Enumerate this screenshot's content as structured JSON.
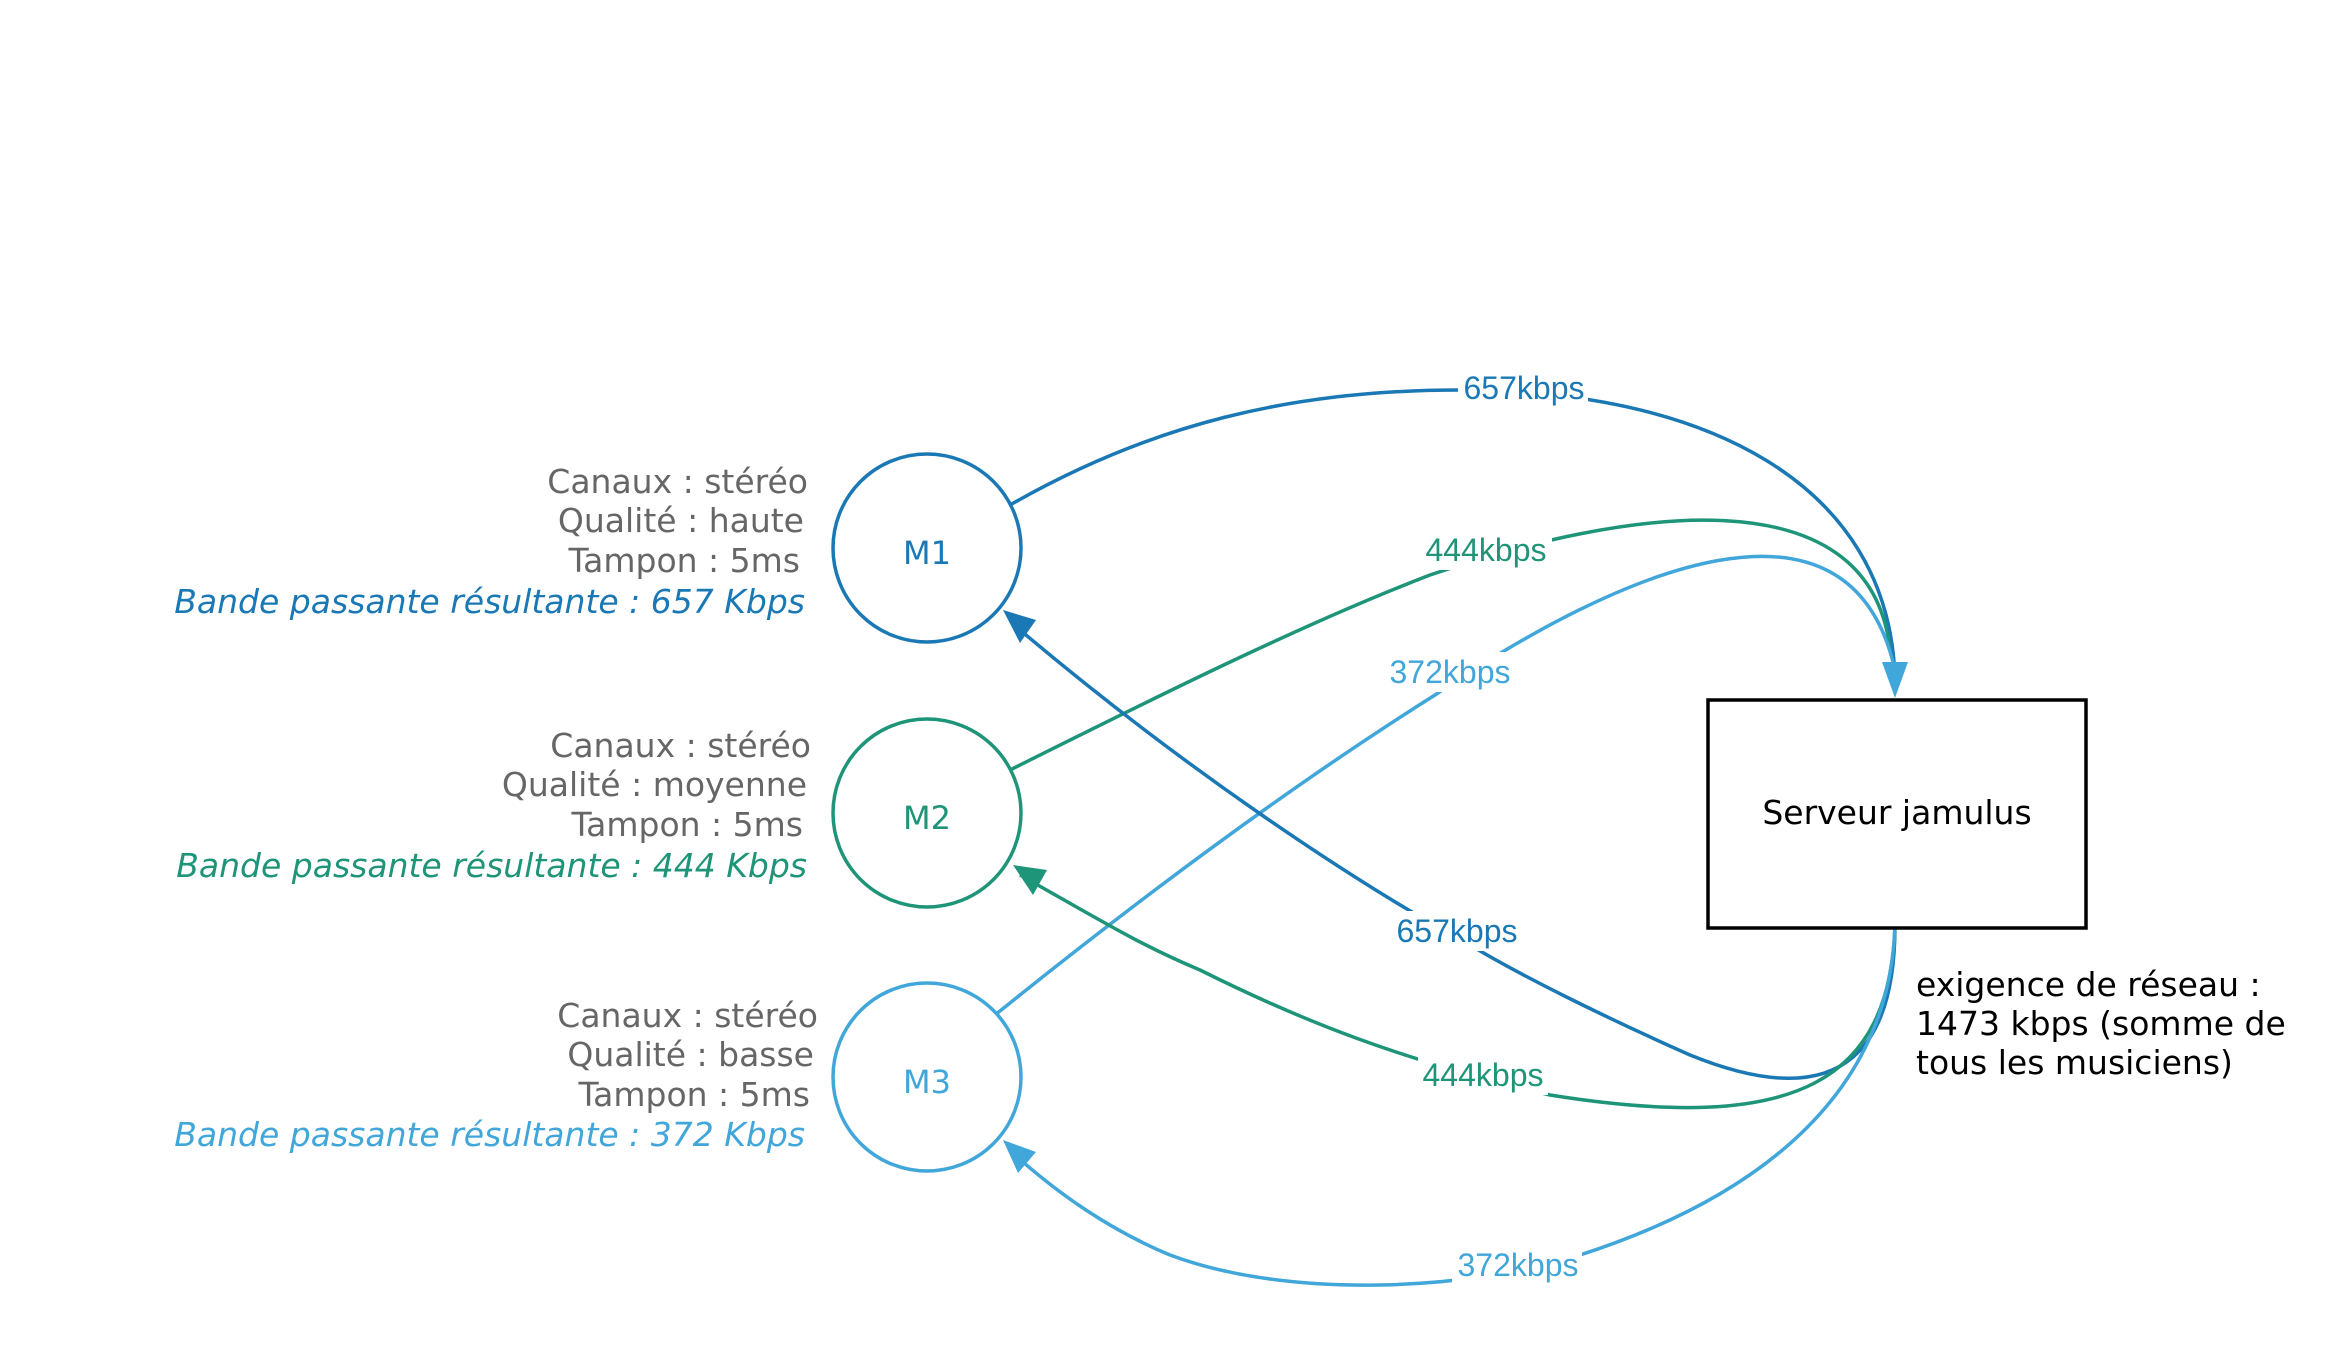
{
  "musicians": [
    {
      "id": "M1",
      "color": "#1a78b4",
      "channels": "Canaux : stéréo",
      "quality": "Qualité : haute",
      "buffer": "Tampon : 5ms",
      "bandwidth": "Bande passante résultante : 657 Kbps",
      "upload_label": "657kbps",
      "download_label": "657kbps"
    },
    {
      "id": "M2",
      "color": "#1e9478",
      "channels": "Canaux : stéréo",
      "quality": "Qualité : moyenne",
      "buffer": "Tampon : 5ms",
      "bandwidth": "Bande passante résultante : 444 Kbps",
      "upload_label": "444kbps",
      "download_label": "444kbps"
    },
    {
      "id": "M3",
      "color": "#41a6d9",
      "channels": "Canaux : stéréo",
      "quality": "Qualité : basse",
      "buffer": "Tampon : 5ms",
      "bandwidth": "Bande passante résultante : 372 Kbps",
      "upload_label": "372kbps",
      "download_label": "372kbps"
    }
  ],
  "server": {
    "label": "Serveur jamulus",
    "requirement_lines": [
      "exigence de réseau :",
      "1473 kbps (somme de",
      "tous les musiciens)"
    ]
  },
  "colors": {
    "info_text": "#666666",
    "server_border": "#000000"
  }
}
